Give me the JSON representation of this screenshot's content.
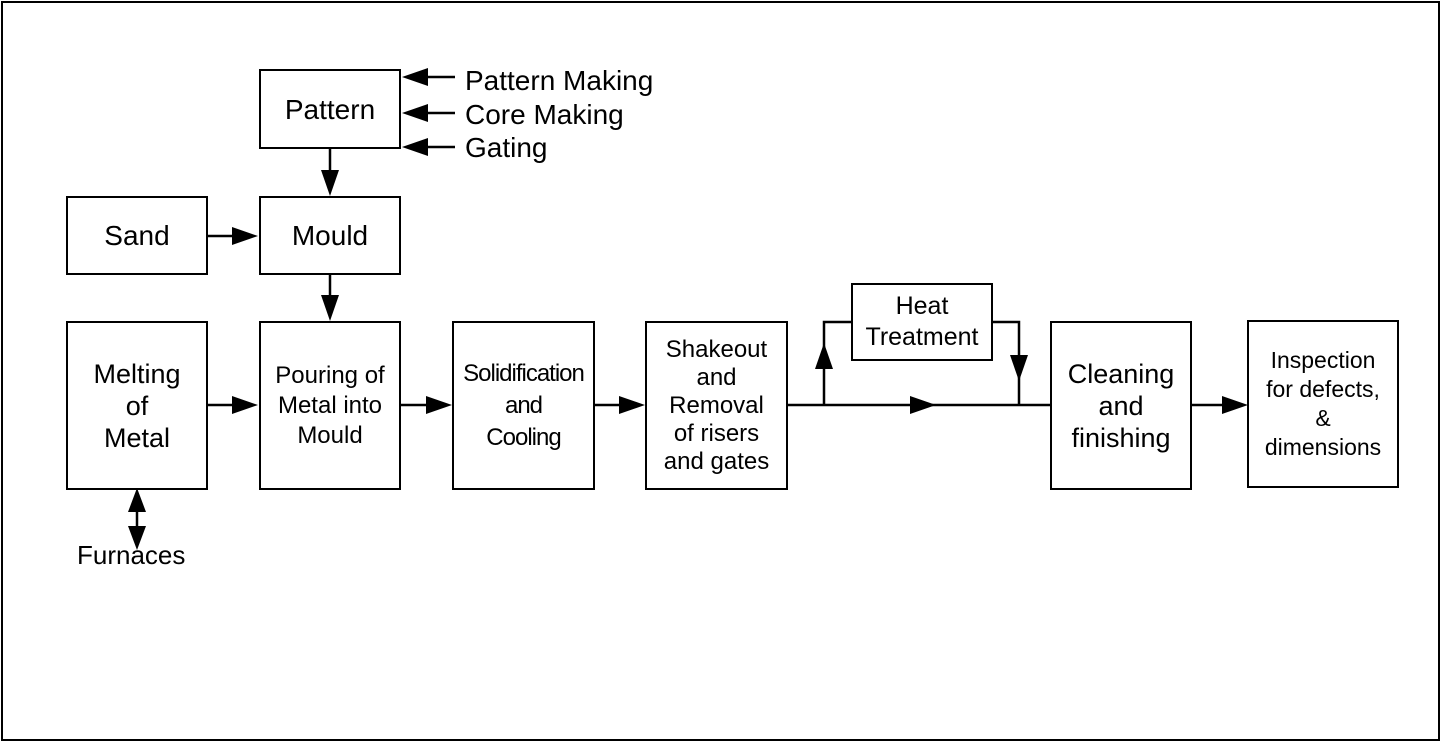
{
  "nodes": {
    "pattern": "Pattern",
    "sand": "Sand",
    "mould": "Mould",
    "melting": "Melting\nof\nMetal",
    "pouring": "Pouring of\nMetal into\nMould",
    "solidification": "Solidification\nand\nCooling",
    "shakeout": "Shakeout\nand\nRemoval\nof risers\nand gates",
    "heat_treatment": "Heat\nTreatment",
    "cleaning": "Cleaning\nand\nfinishing",
    "inspection": "Inspection\nfor defects,\n&\ndimensions"
  },
  "pattern_inputs": [
    "Pattern Making",
    "Core Making",
    "Gating"
  ],
  "furnaces_label": "Furnaces"
}
